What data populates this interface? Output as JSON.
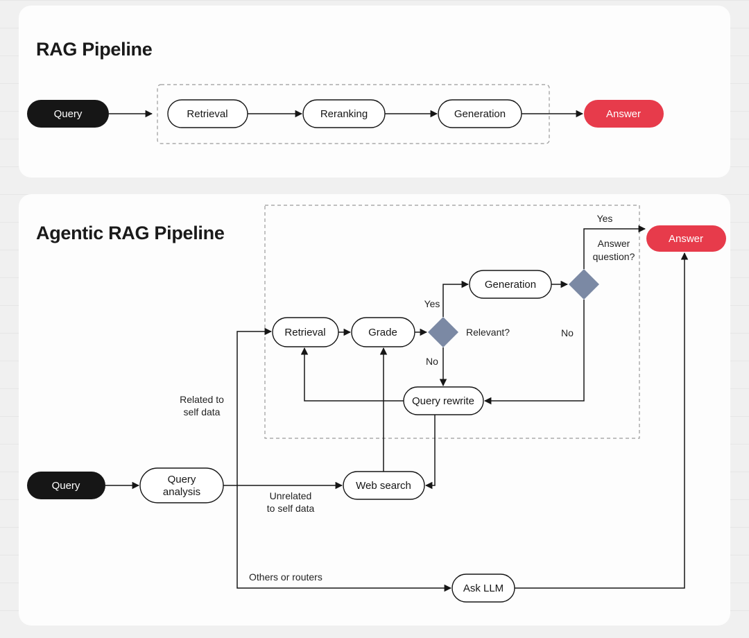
{
  "colors": {
    "black": "#161616",
    "red": "#e73b4b",
    "diamond": "#7b89a4"
  },
  "rag_pipeline": {
    "title": "RAG Pipeline",
    "nodes": {
      "query": "Query",
      "retrieval": "Retrieval",
      "reranking": "Reranking",
      "generation": "Generation",
      "answer": "Answer"
    }
  },
  "agentic_pipeline": {
    "title": "Agentic RAG Pipeline",
    "nodes": {
      "query": "Query",
      "query_analysis_line1": "Query",
      "query_analysis_line2": "analysis",
      "retrieval": "Retrieval",
      "grade": "Grade",
      "generation": "Generation",
      "query_rewrite": "Query rewrite",
      "web_search": "Web search",
      "ask_llm": "Ask LLM",
      "answer": "Answer"
    },
    "edge_labels": {
      "relevant": "Relevant?",
      "answer_question_line1": "Answer",
      "answer_question_line2": "question?",
      "yes_relevant": "Yes",
      "no_relevant": "No",
      "yes_answer": "Yes",
      "no_answer": "No",
      "related_line1": "Related to",
      "related_line2": "self data",
      "unrelated_line1": "Unrelated",
      "unrelated_line2": "to self data",
      "others_or_routers": "Others or routers"
    }
  }
}
